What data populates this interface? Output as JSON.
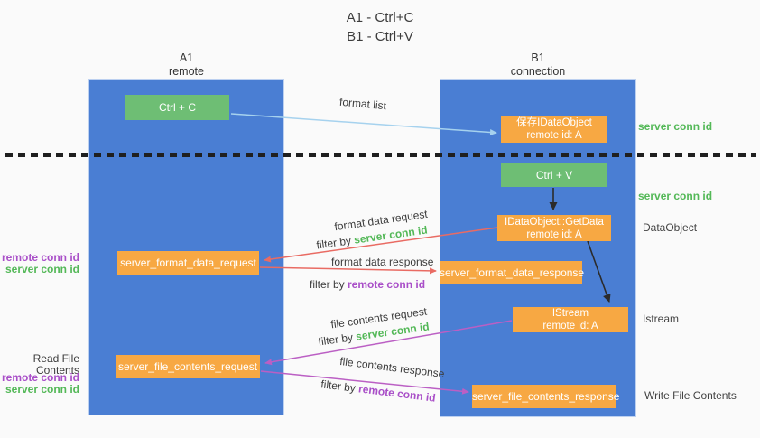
{
  "title": {
    "line1": "A1 - Ctrl+C",
    "line2": "B1 - Ctrl+V"
  },
  "columns": {
    "left": {
      "header_line1": "A1",
      "header_line2": "remote"
    },
    "right": {
      "header_line1": "B1",
      "header_line2": "connection"
    }
  },
  "boxes": {
    "ctrl_c": "Ctrl + C",
    "ctrl_v": "Ctrl + V",
    "save_idataobject_line1": "保存IDataObject",
    "save_idataobject_line2": "remote id: A",
    "getdata_line1": "IDataObject::GetData",
    "getdata_line2": "remote id: A",
    "istream_line1": "IStream",
    "istream_line2": "remote id: A",
    "server_format_data_request": "server_format_data_request",
    "server_format_data_response": "server_format_data_response",
    "server_file_contents_request": "server_file_contents_request",
    "server_file_contents_response": "server_file_contents_response"
  },
  "flow_labels": {
    "format_list": "format list",
    "format_data_request": "format data request",
    "format_data_response": "format data response",
    "file_contents_request": "file contents request",
    "file_contents_response": "file contents response",
    "filter_by": "filter by ",
    "server_conn_id": "server conn id",
    "remote_conn_id": "remote conn id"
  },
  "side_labels": {
    "dataobject": "DataObject",
    "istream": "Istream",
    "read_file_contents": "Read File Contents",
    "write_file_contents": "Write File Contents"
  },
  "colors": {
    "column_blue": "#4a7ed3",
    "box_orange": "#f7a843",
    "box_green": "#6ebe74",
    "label_green": "#53b857",
    "label_purple": "#a94fc8",
    "arrow_red": "#e96b63",
    "arrow_light_blue": "#a6d2ee",
    "arrow_purple": "#bb5fc4",
    "arrow_black": "#2b2b2b"
  }
}
